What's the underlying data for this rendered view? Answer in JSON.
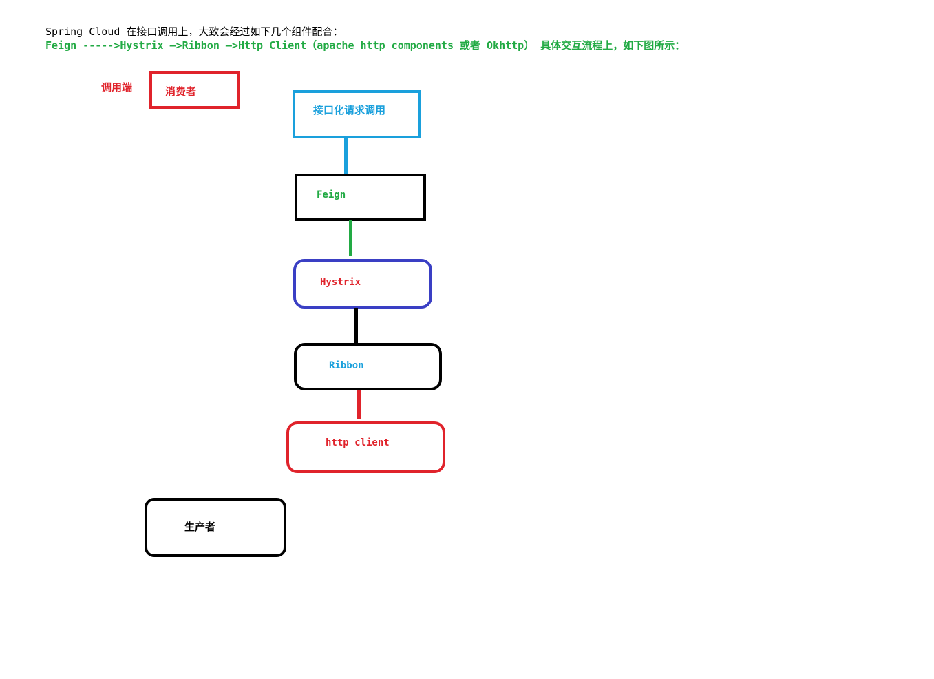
{
  "header": {
    "line1": "Spring Cloud 在接口调用上，大致会经过如下几个组件配合：",
    "line2": "Feign ----->Hystrix —>Ribbon —>Http Client（apache http components 或者 Okhttp） 具体交互流程上，如下图所示："
  },
  "consumer": {
    "side_label": "调用端",
    "box_label": "消费者"
  },
  "flow": {
    "interface_call": "接口化请求调用",
    "feign": "Feign",
    "hystrix": "Hystrix",
    "ribbon": "Ribbon",
    "http_client": "http client"
  },
  "producer": {
    "box_label": "生产者"
  },
  "colors": {
    "red": "#e0232b",
    "blue": "#1aa0dc",
    "black": "#000000",
    "green": "#22aa44",
    "indigo": "#3a3fc4"
  }
}
